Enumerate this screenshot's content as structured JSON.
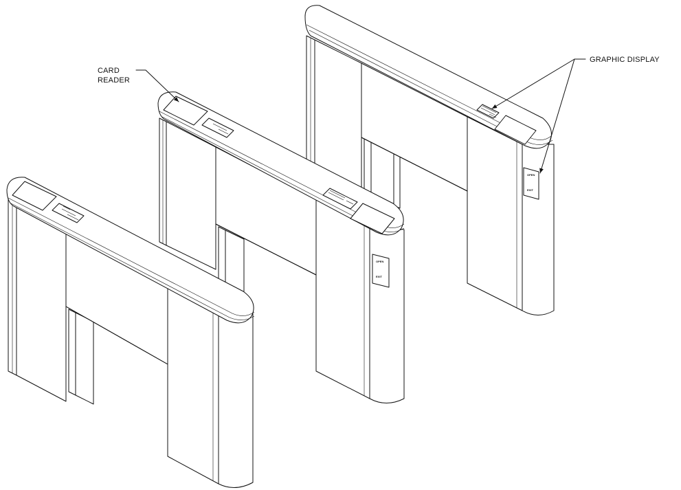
{
  "labels": {
    "card_reader_line1": "CARD",
    "card_reader_line2": "READER",
    "graphic_display": "GRAPHIC DISPLAY"
  },
  "display_text": {
    "open": "OPEN",
    "exit": "EXIT"
  }
}
